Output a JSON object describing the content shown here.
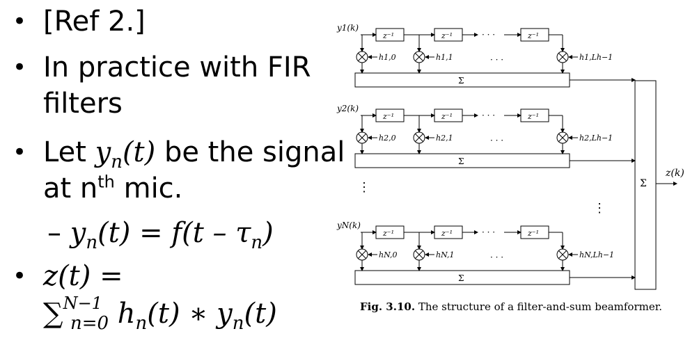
{
  "bullets": {
    "b1": "[Ref 2.]",
    "b2_line1": "In practice with FIR",
    "b2_line2": "filters",
    "b3_let": "Let ",
    "b3_y": "y",
    "b3_n": "n",
    "b3_t": "(t)",
    "b3_rest": " be the signal",
    "b3_line2_a": "at n",
    "b3_line2_th": "th",
    "b3_line2_b": " mic.",
    "sub_dash": "– ",
    "sub_y": "y",
    "sub_n": "n",
    "sub_eq": "(t) = f(t – τ",
    "sub_tau_n": "n",
    "sub_close": ")",
    "b4_line1": "z(t) =",
    "b4_sigma": "∑",
    "b4_upper": "N−1",
    "b4_lower": "n=0",
    "b4_h": " h",
    "b4_hn": "n",
    "b4_mid": "(t) ∗ y",
    "b4_yn": "n",
    "b4_end": "(t)"
  },
  "figure": {
    "inputs": [
      "y1(k)",
      "y2(k)",
      "yN(k)"
    ],
    "delay_label": "z⁻¹",
    "sum_label": "Σ",
    "ellipsis_h": "· · ·",
    "ellipsis_v": "⋮",
    "taps_row1": [
      "h1,0",
      "h1,1",
      "h1,Lh−1"
    ],
    "taps_row2": [
      "h2,0",
      "h2,1",
      "h2,Lh−1"
    ],
    "taps_row3": [
      "hN,0",
      "hN,1",
      "hN,Lh−1"
    ],
    "output": "z(k)",
    "caption_bold": "Fig. 3.10.",
    "caption_text": " The structure of a filter-and-sum beamformer."
  }
}
